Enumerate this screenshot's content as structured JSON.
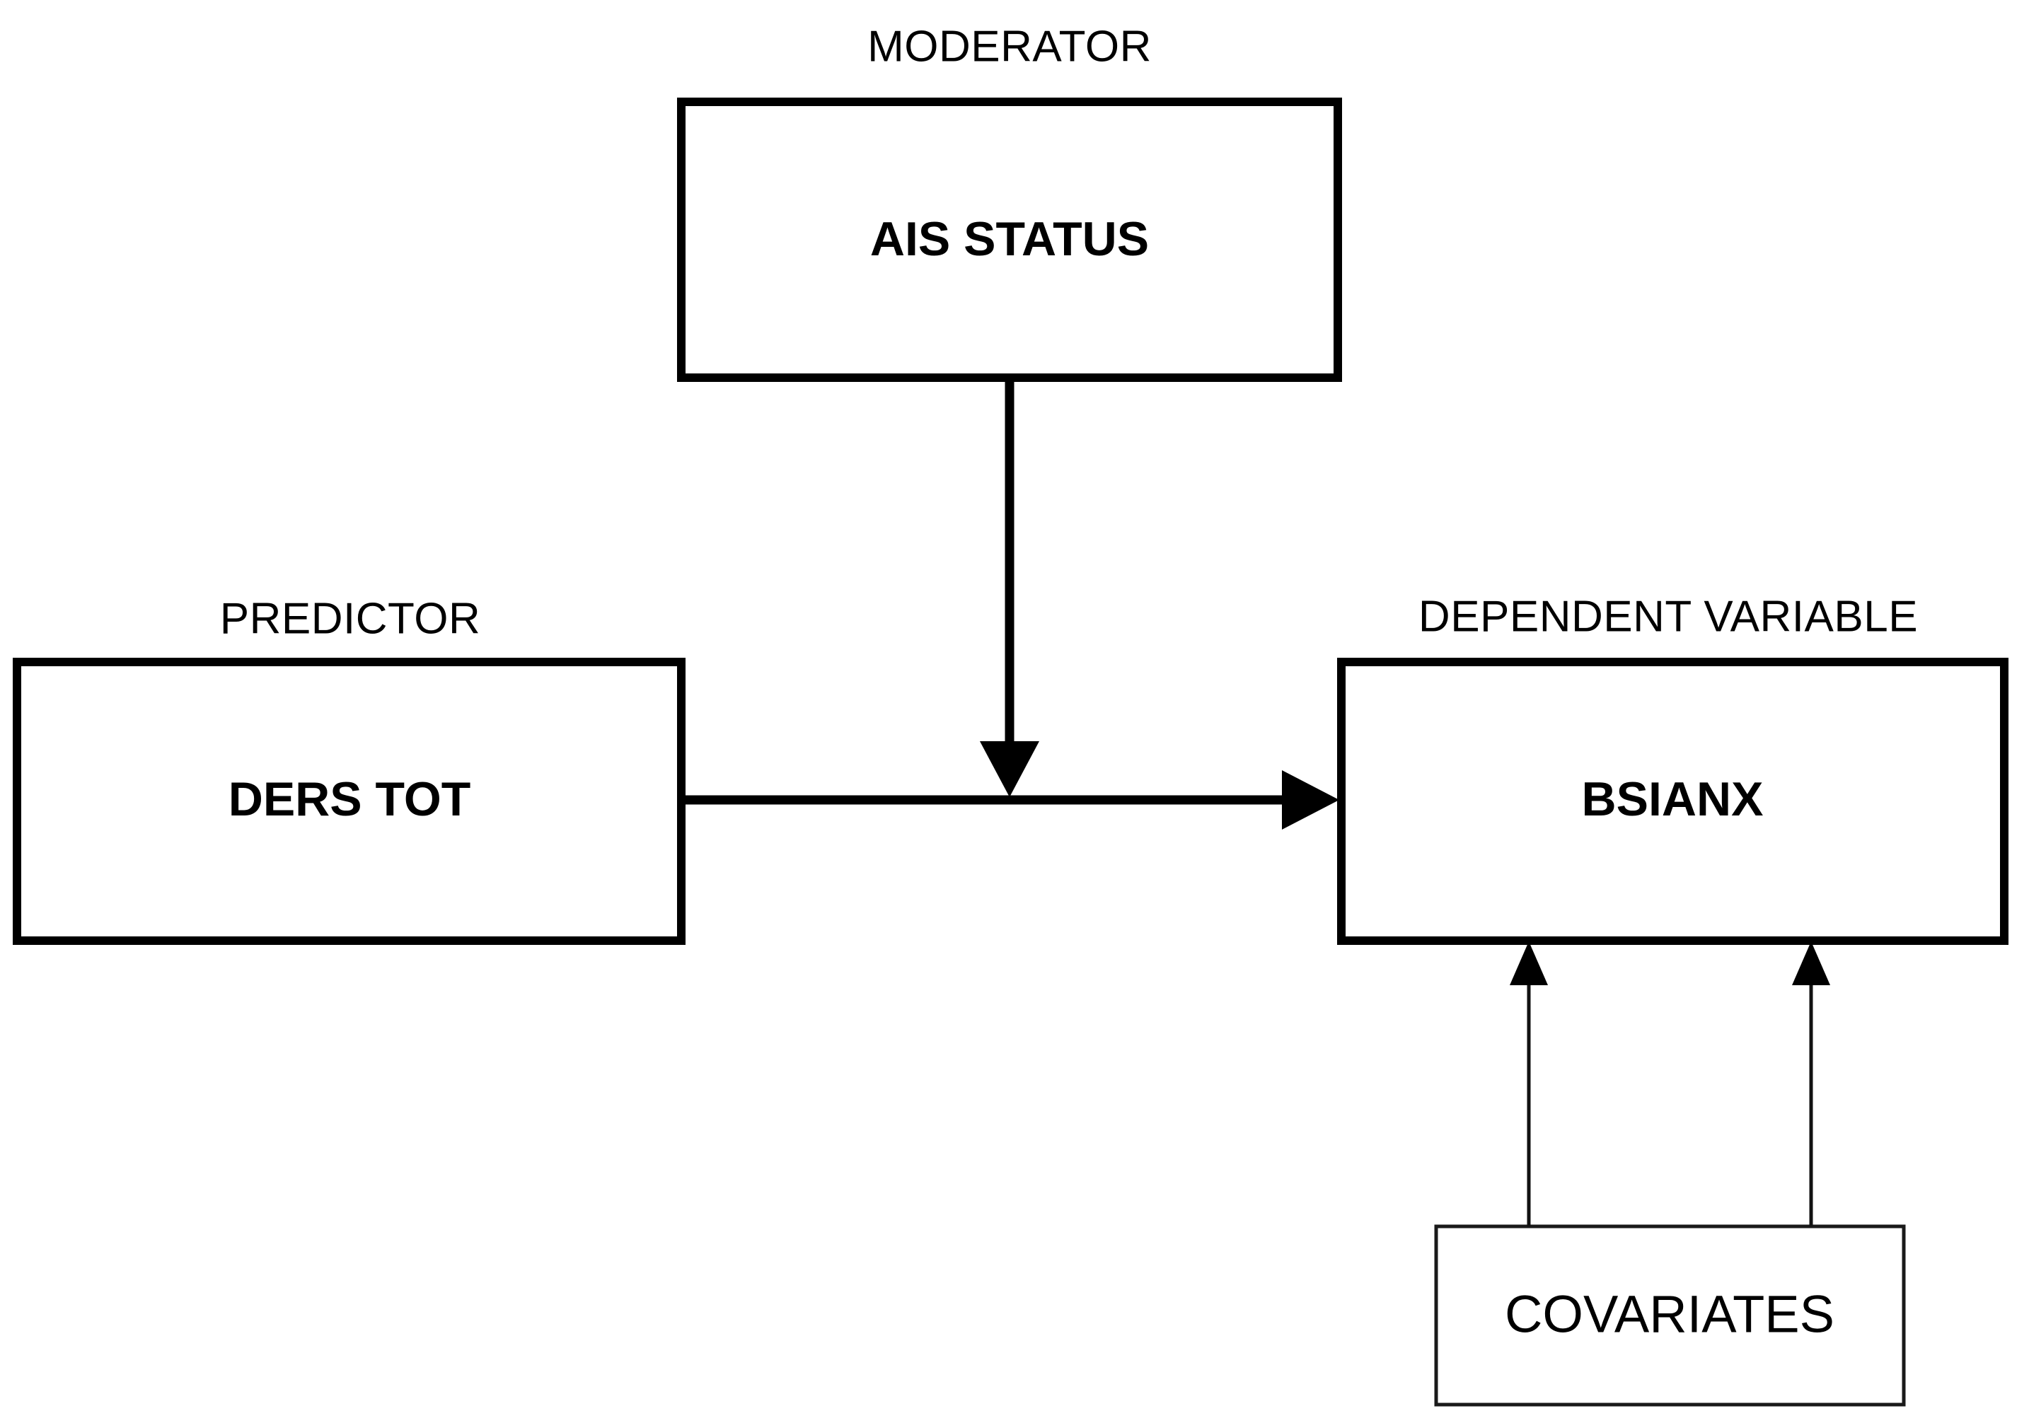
{
  "diagram": {
    "type": "moderation-model-path-diagram",
    "background_color": "#ffffff",
    "line_color": "#000000",
    "nodes": [
      {
        "id": "moderator",
        "role_label": "MODERATOR",
        "box_label": "AIS STATUS",
        "border": "thick",
        "bold_text": true
      },
      {
        "id": "predictor",
        "role_label": "PREDICTOR",
        "box_label": "DERS TOT",
        "border": "thick",
        "bold_text": true
      },
      {
        "id": "dependent",
        "role_label": "DEPENDENT VARIABLE",
        "box_label": "BSIANX",
        "border": "thick",
        "bold_text": true
      },
      {
        "id": "covariates",
        "role_label": "",
        "box_label": "COVARIATES",
        "border": "thin",
        "bold_text": false
      }
    ],
    "edges": [
      {
        "id": "predictor-to-dependent",
        "from": "predictor",
        "to": "dependent",
        "style": "thick",
        "arrow": true
      },
      {
        "id": "moderator-to-path",
        "from": "moderator",
        "to": "predictor-to-dependent",
        "style": "thick",
        "arrow": true
      },
      {
        "id": "covariates-to-dependent-left",
        "from": "covariates",
        "to": "dependent",
        "style": "thin",
        "arrow": true
      },
      {
        "id": "covariates-to-dependent-right",
        "from": "covariates",
        "to": "dependent",
        "style": "thin",
        "arrow": true
      }
    ]
  }
}
